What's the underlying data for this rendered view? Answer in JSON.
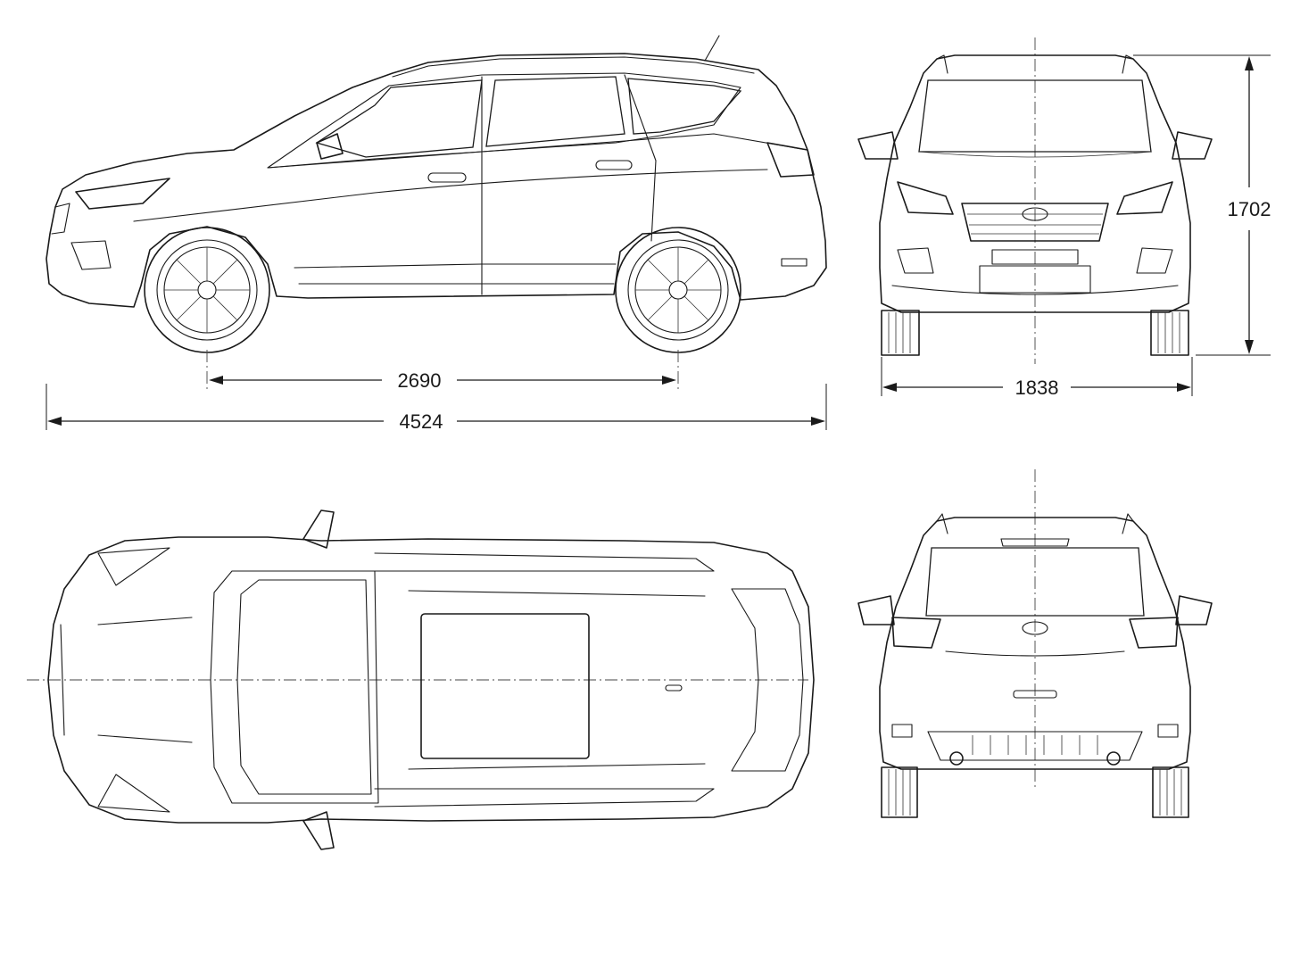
{
  "dimensions": {
    "wheelbase": "2690",
    "overall_length": "4524",
    "overall_width": "1838",
    "overall_height": "1702"
  },
  "colors": {
    "line": "#1a1a1a",
    "background": "#ffffff"
  }
}
